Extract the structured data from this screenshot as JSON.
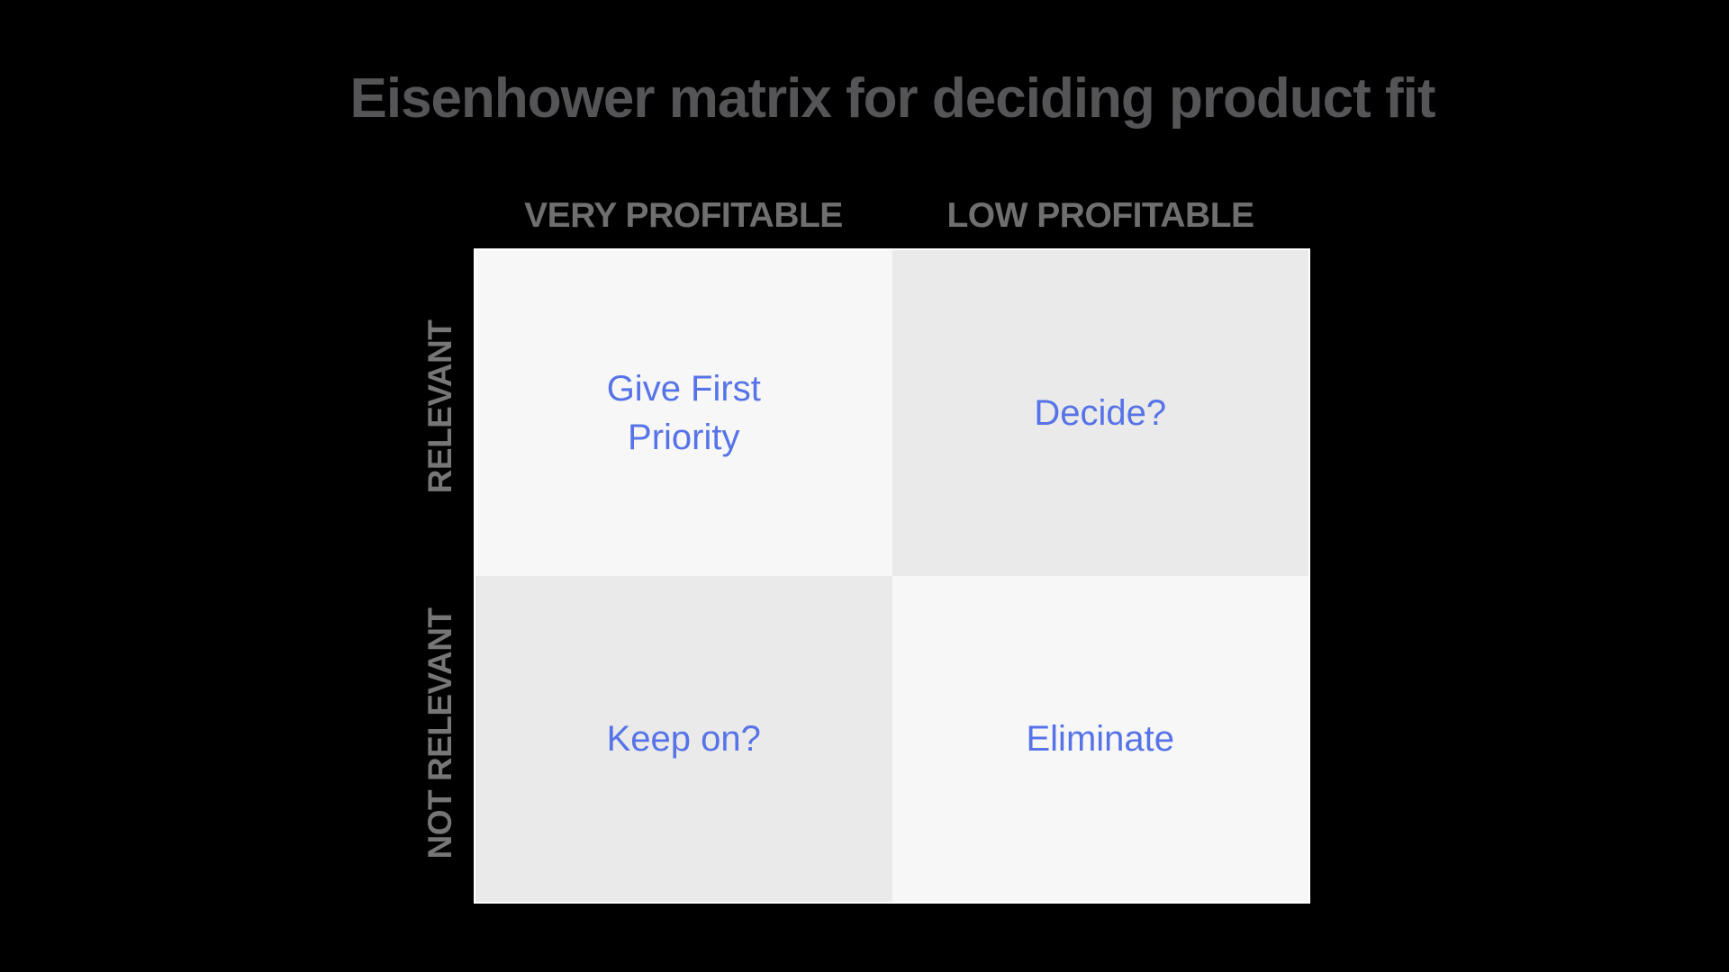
{
  "title": "Eisenhower matrix for deciding product fit",
  "columns": [
    {
      "label": "VERY PROFITABLE"
    },
    {
      "label": "LOW PROFITABLE"
    }
  ],
  "rows": [
    {
      "label": "RELEVANT"
    },
    {
      "label": "NOT RELEVANT"
    }
  ],
  "quadrants": {
    "top_left": "Give First\nPriority",
    "top_right": "Decide?",
    "bottom_left": "Keep on?",
    "bottom_right": "Eliminate"
  },
  "colors": {
    "background": "#000000",
    "title_text": "#555557",
    "axis_label_text": "#6f6f6f",
    "quadrant_light": "#f7f7f7",
    "quadrant_gray": "#eaeaea",
    "quadrant_text_blue": "#5673e8",
    "grid_border": "#ffffff"
  }
}
